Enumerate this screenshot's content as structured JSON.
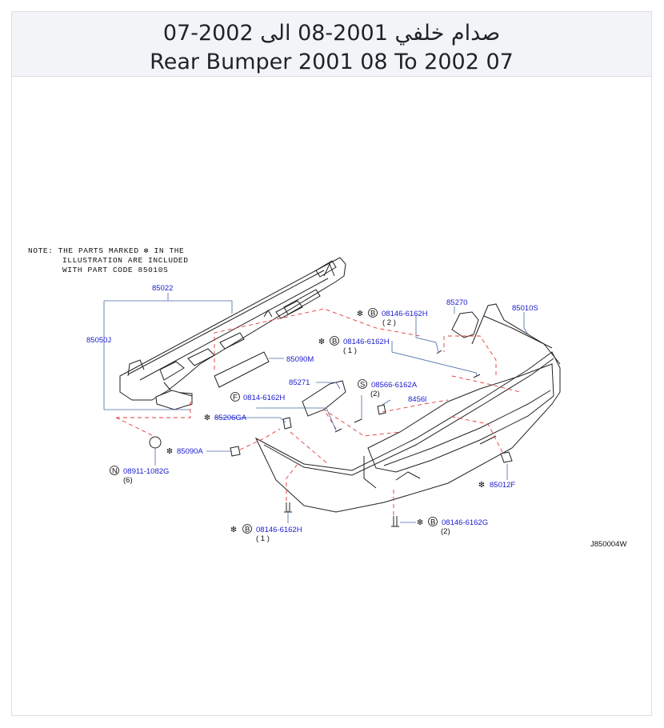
{
  "header": {
    "title_ar": "صدام خلفي 2001-08 الى 2002-07",
    "title_en": "Rear Bumper 2001 08 To 2002 07"
  },
  "diagram": {
    "note_line1": "NOTE: THE PARTS MARKED ❇ IN THE",
    "note_line2": "ILLUSTRATION ARE INCLUDED",
    "note_line3": "WITH PART CODE 85010S",
    "mark_symbol": "❇",
    "reference_code": "J850004W",
    "parts": {
      "p85022": "85022",
      "p85050J": "85050J",
      "p85090M": "85090M",
      "p85271": "85271",
      "p85270": "85270",
      "p85010S": "85010S",
      "p85206GA": "85206GA",
      "p85090A": "85090A",
      "p85012F": "85012F",
      "p08911_1082G": "08911-1082G",
      "p08911_qty": "(6)",
      "p08146_6162H_a": "08146-6162H",
      "p08146_6162H_a_qty": "( 2 )",
      "p08146_6162H_b": "08146-6162H",
      "p08146_6162H_b_qty": "( 1 )",
      "p08566_6162A": "08566-6162A",
      "p08566_qty": "(2)",
      "p08146_6162H_c": "08146-6162H",
      "p08146_6162H_c_qty": "( 1 )",
      "p08146_6162G": "08146-6162G",
      "p08146_6162G_qty": "(2)",
      "p_partial_F": "0814-6162H",
      "p_partial_right": "8456l"
    },
    "prefix_letters": {
      "B": "B",
      "N": "N",
      "S": "S",
      "F": "F"
    }
  },
  "colors": {
    "label_blue": "#1a1ad0",
    "leader_line": "#4a67a8",
    "dashed_red": "#e53a3a",
    "header_bg": "#f3f4f8"
  }
}
